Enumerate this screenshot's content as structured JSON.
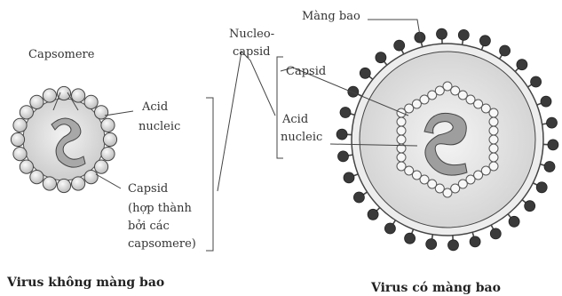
{
  "labels": {
    "capsomere": "Capsomere",
    "acid_left_1": "Acid",
    "acid_left_2": "nucleic",
    "capsid_left_1": "Capsid",
    "capsid_left_2": "(hợp thành",
    "capsid_left_3": "bởi các",
    "capsid_left_4": "capsomere)",
    "nucleo_1": "Nucleo-",
    "nucleo_2": "capsid",
    "capsid_mid": "Capsid",
    "acid_mid_1": "Acid",
    "acid_mid_2": "nucleic",
    "mang_bao": "Màng bao"
  },
  "captions": {
    "left": "Virus không  màng bao",
    "right": "Virus có  màng bao"
  }
}
